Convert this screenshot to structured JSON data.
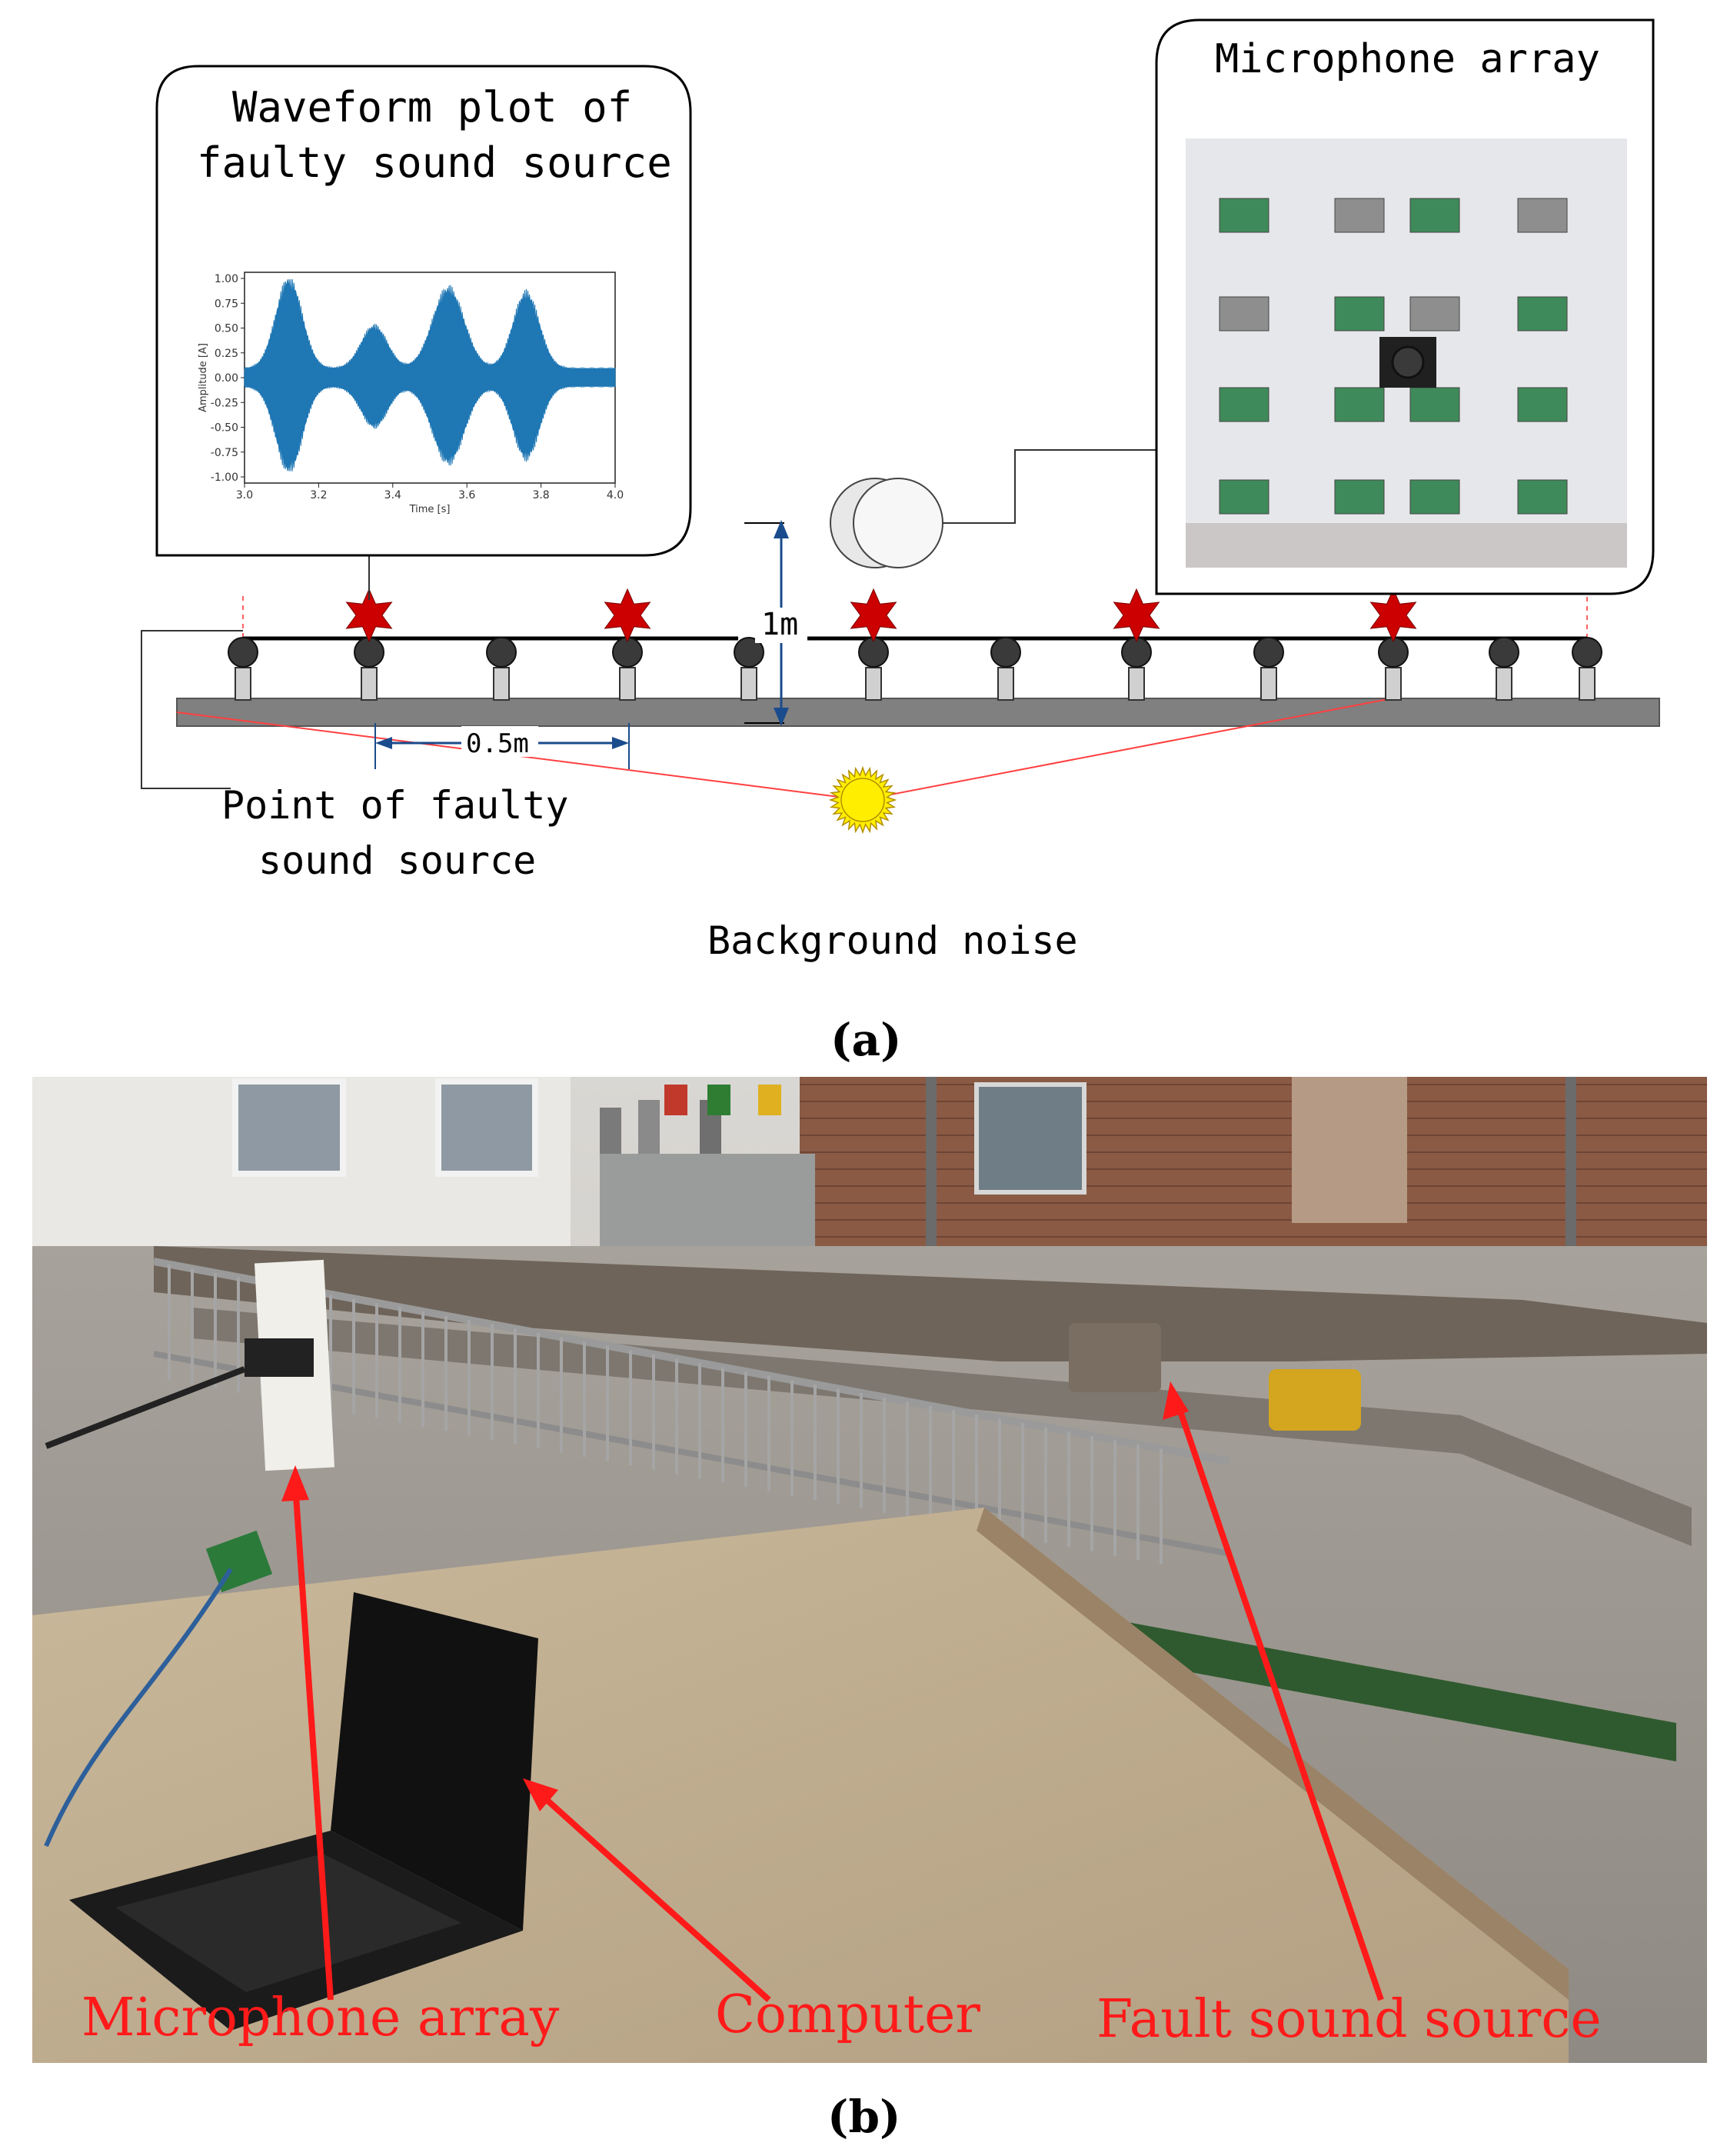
{
  "panel_a": {
    "waveform_box_title_line1": "Waveform plot of",
    "waveform_box_title_line2": "faulty sound source",
    "mic_array_box_title": "Microphone array",
    "distance_vertical": "1m",
    "distance_horizontal": "0.5m",
    "fault_point_label_line1": "Point of faulty",
    "fault_point_label_line2": "sound source",
    "background_noise_label": "Background noise",
    "caption": "(a)",
    "waveform_plot": {
      "ylabel": "Amplitude [A]",
      "xlabel": "Time [s]",
      "yticks": [
        "1.00",
        "0.75",
        "0.50",
        "0.25",
        "0.00",
        "-0.25",
        "-0.50",
        "-0.75",
        "-1.00"
      ],
      "xticks": [
        "3.0",
        "3.2",
        "3.4",
        "3.6",
        "3.8",
        "4.0"
      ],
      "series_color": "#1f77b4"
    }
  },
  "panel_b": {
    "label_microphone_array": "Microphone array",
    "label_computer": "Computer",
    "label_fault_sound_source": "Fault sound source",
    "caption": "(b)",
    "label_color": "#ff1a1a"
  },
  "colors": {
    "star": "#cc0000",
    "sun": "#ffee00",
    "guide_line": "#ff4040",
    "rail": "#808080"
  }
}
